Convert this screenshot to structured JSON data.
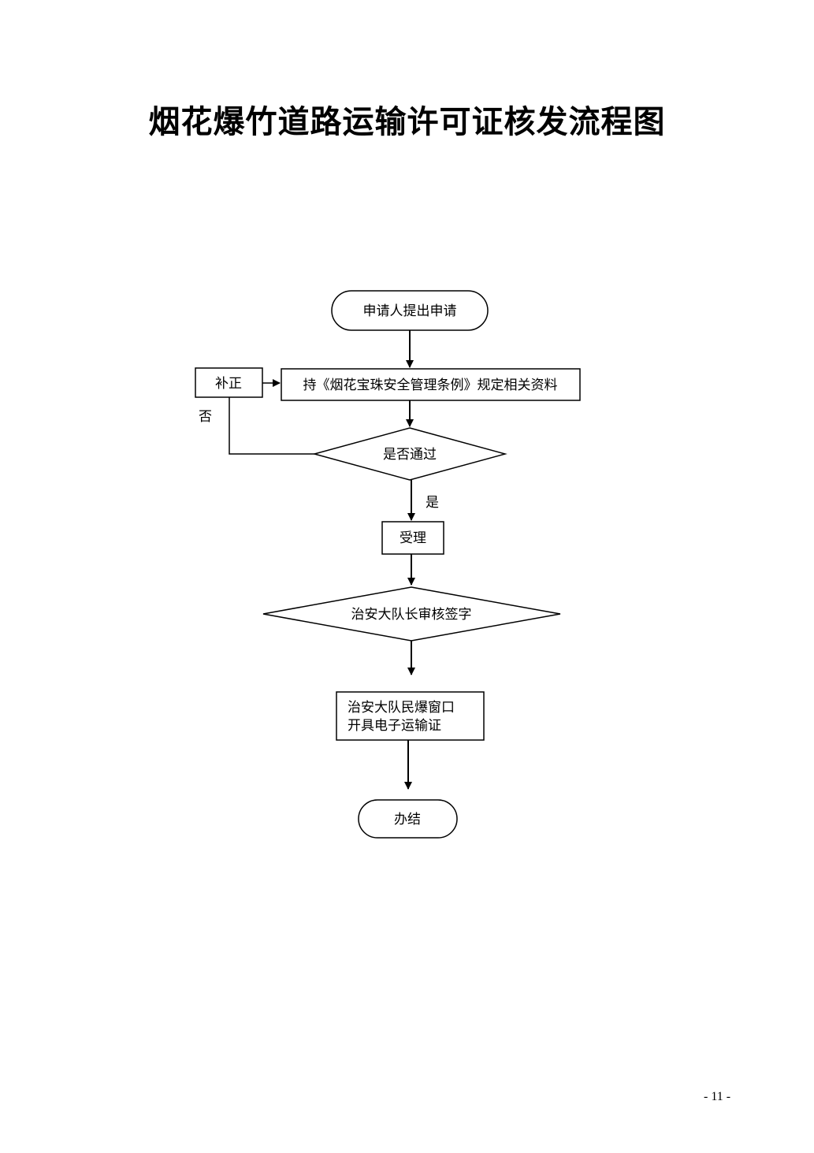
{
  "title": "烟花爆竹道路运输许可证核发流程图",
  "nodes": {
    "start": "申请人提出申请",
    "materials": "持《烟花宝珠安全管理条例》规定相关资料",
    "correction": "补正",
    "decision_pass": "是否通过",
    "accept": "受理",
    "review": "治安大队长审核签字",
    "issue_line1": "治安大队民爆窗口",
    "issue_line2": "开具电子运输证",
    "end": "办结"
  },
  "edge_labels": {
    "no": "否",
    "yes": "是"
  },
  "page_number": "- 11 -"
}
